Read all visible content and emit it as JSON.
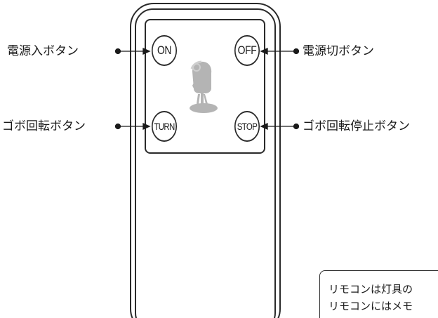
{
  "remote": {
    "buttons": {
      "on": "ON",
      "off": "OFF",
      "turn": "TURN",
      "stop": "STOP"
    }
  },
  "callouts": {
    "power_on": "電源入ボタン",
    "power_off": "電源切ボタン",
    "gobo_rotate": "ゴボ回転ボタン",
    "gobo_rotate_stop": "ゴボ回転停止ボタン"
  },
  "note": {
    "line1": "リモコンは灯具の",
    "line2": "リモコンにはメモ"
  },
  "icons": [
    "gobo-projector-icon"
  ]
}
